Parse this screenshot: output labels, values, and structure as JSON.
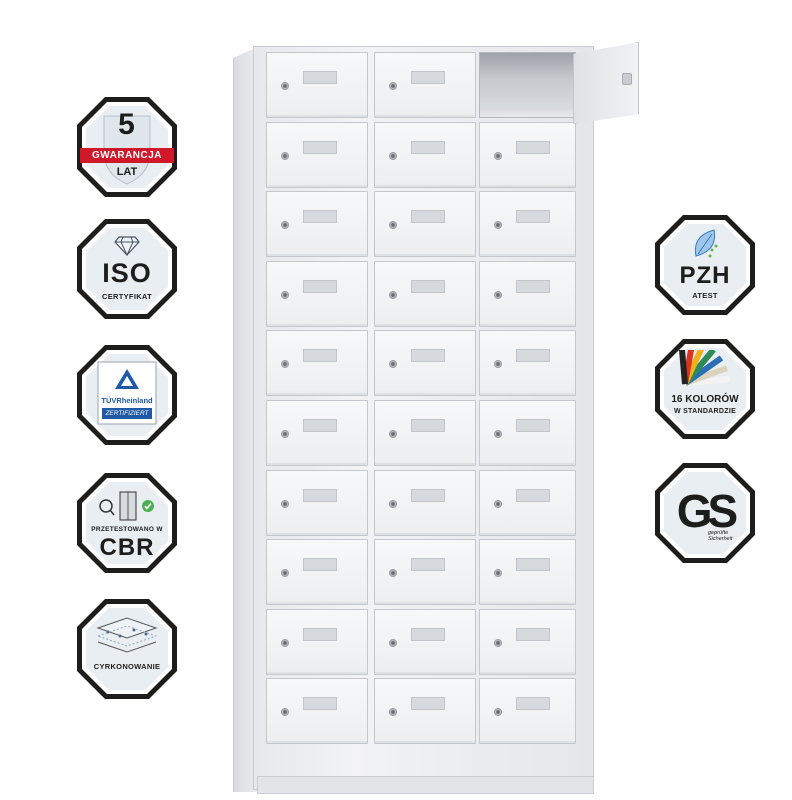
{
  "badges_left": [
    {
      "id": "warranty",
      "big": "5",
      "band": "GWARANCJA",
      "small": "LAT"
    },
    {
      "id": "iso",
      "big": "ISO",
      "small": "CERTYFIKAT"
    },
    {
      "id": "tuv",
      "brand": "TÜVRheinland",
      "ribbon": "ZERTIFIZIERT"
    },
    {
      "id": "cbr",
      "small": "PRZETESTOWANO W",
      "big": "CBR"
    },
    {
      "id": "zinc",
      "small": "CYRKONOWANIE"
    }
  ],
  "badges_right": [
    {
      "id": "pzh",
      "big": "PZH",
      "small": "ATEST"
    },
    {
      "id": "colors",
      "line1": "16 KOLORÓW",
      "line2": "W STANDARDZIE"
    },
    {
      "id": "gs",
      "big": "GS",
      "small1": "geprüfte",
      "small2": "Sicherheit"
    }
  ],
  "locker": {
    "columns": 3,
    "rows": 10,
    "open_compartment": {
      "row": 1,
      "column": 3
    }
  },
  "colors": {
    "badge_frame": "#1d1d1b",
    "badge_inner": "#e9eef3",
    "band_red": "#d0182b",
    "tuv_blue": "#1f5aa6"
  }
}
